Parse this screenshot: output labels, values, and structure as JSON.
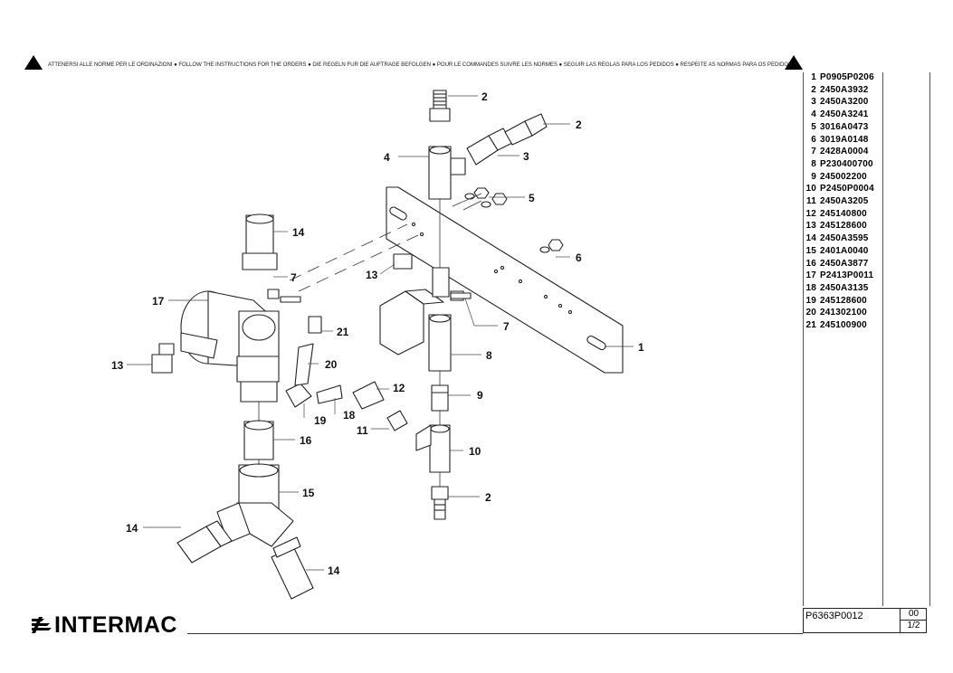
{
  "header": {
    "instructions": "ATTENERSI ALLE NORME PER LE ORDINAZIONI ● FOLLOW THE INSTRUCTIONS FOR THE ORDERS ● DIE REGELN FUR DIE AUFTRAGE BEFOLGEN ● POUR LE COMMANDES SUIVRE LES NORMES ● SEGUIR LAS REGLAS PARA LOS PEDIDOS ● RESPEITE AS NORMAS PARA OS PEDIDOS"
  },
  "drawing": {
    "callouts": [
      "2",
      "2",
      "3",
      "4",
      "5",
      "14",
      "7",
      "13",
      "17",
      "21",
      "6",
      "7",
      "1",
      "8",
      "13",
      "20",
      "12",
      "9",
      "18",
      "19",
      "11",
      "16",
      "10",
      "15",
      "2",
      "14",
      "14"
    ]
  },
  "parts": [
    {
      "num": "1",
      "code": "P0905P0206"
    },
    {
      "num": "2",
      "code": "2450A3932"
    },
    {
      "num": "3",
      "code": "2450A3200"
    },
    {
      "num": "4",
      "code": "2450A3241"
    },
    {
      "num": "5",
      "code": "3016A0473"
    },
    {
      "num": "6",
      "code": "3019A0148"
    },
    {
      "num": "7",
      "code": "2428A0004"
    },
    {
      "num": "8",
      "code": "P230400700"
    },
    {
      "num": "9",
      "code": "245002200"
    },
    {
      "num": "10",
      "code": "P2450P0004"
    },
    {
      "num": "11",
      "code": "2450A3205"
    },
    {
      "num": "12",
      "code": "245140800"
    },
    {
      "num": "13",
      "code": "245128600"
    },
    {
      "num": "14",
      "code": "2450A3595"
    },
    {
      "num": "15",
      "code": "2401A0040"
    },
    {
      "num": "16",
      "code": "2450A3877"
    },
    {
      "num": "17",
      "code": "P2413P0011"
    },
    {
      "num": "18",
      "code": "2450A3135"
    },
    {
      "num": "19",
      "code": "245128600"
    },
    {
      "num": "20",
      "code": "241302100"
    },
    {
      "num": "21",
      "code": "245100900"
    }
  ],
  "footer": {
    "brand": "INTERMAC",
    "drawing_code": "P6363P0012",
    "revision": "00",
    "sheet": "1/2"
  }
}
